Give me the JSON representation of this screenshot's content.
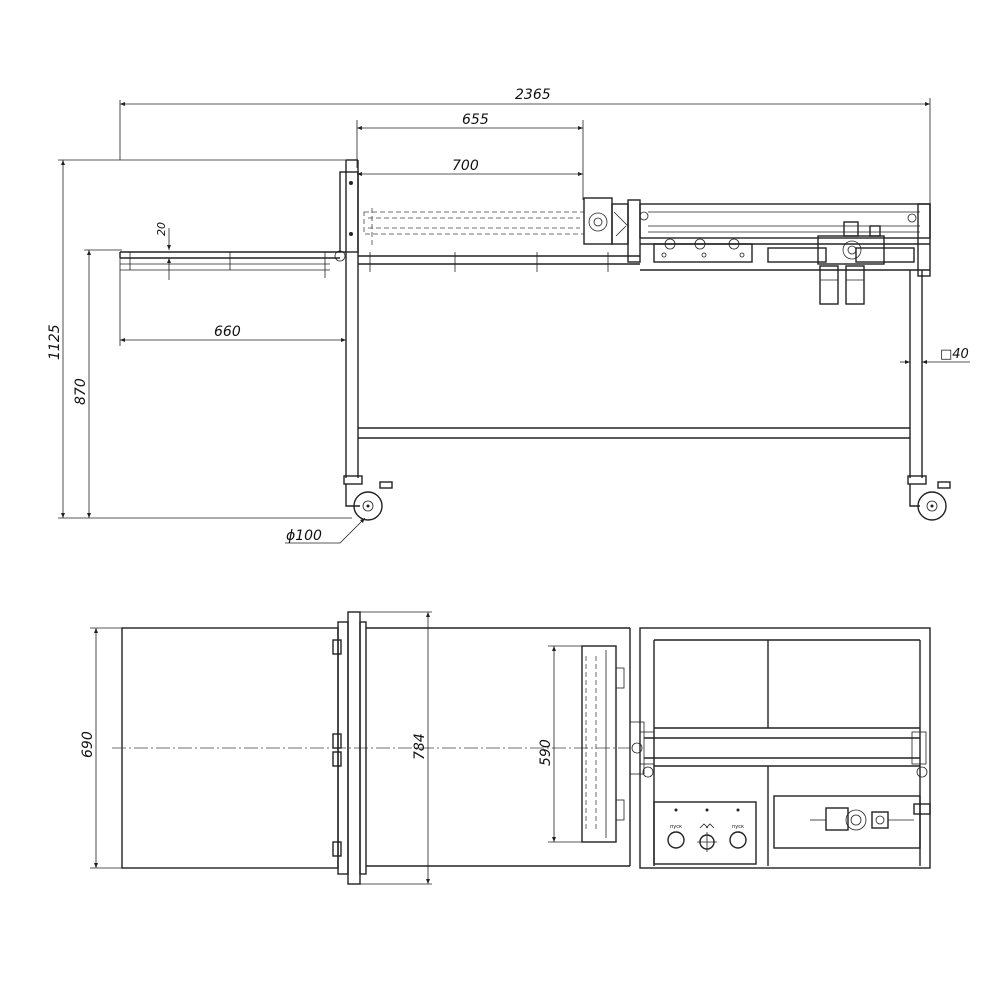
{
  "dimensions": {
    "overall_length": "2365",
    "dim_655": "655",
    "dim_700": "700",
    "dim_20": "20",
    "dim_660": "660",
    "overall_height": "1125",
    "table_height": "870",
    "tube_section": "□40",
    "wheel_diameter": "ϕ100",
    "width_690": "690",
    "width_784": "784",
    "width_590": "590"
  },
  "panel": {
    "left_button_label": "пуск",
    "right_button_label": "пуск"
  }
}
